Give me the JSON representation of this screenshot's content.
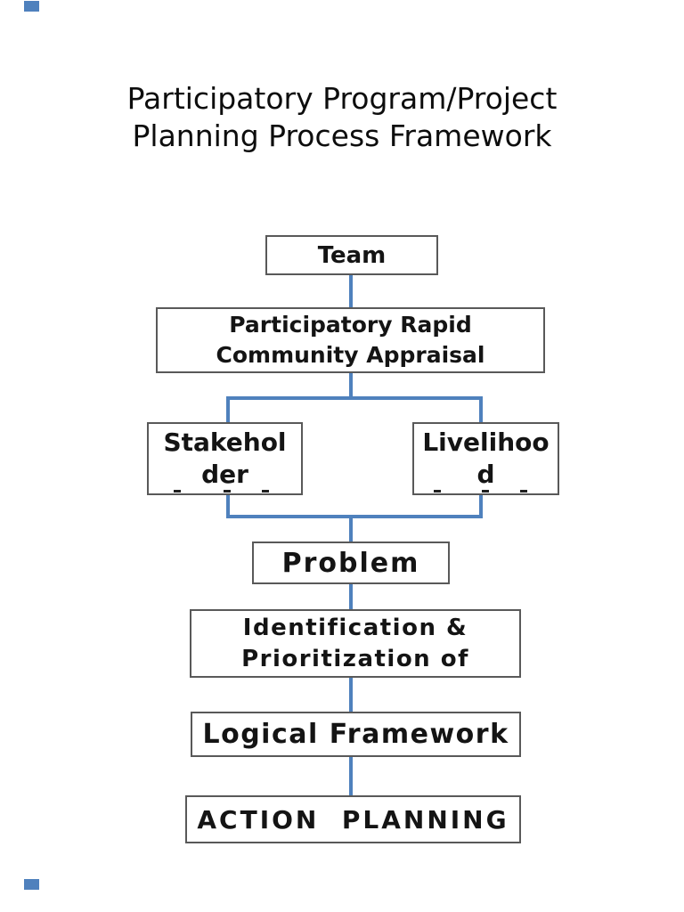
{
  "title": {
    "line1": "Participatory Program/Project",
    "line2": "Planning Process Framework"
  },
  "colors": {
    "page_bg": "#ffffff",
    "connector_blue": "#4f81bd",
    "box_border_gray": "#595959",
    "text_black": "#141414",
    "corner_marker_blue": "#4f81bd"
  },
  "markers": {
    "top_left": "blue-page-marker",
    "bottom_left": "blue-page-marker"
  },
  "diagram": {
    "nodes": [
      {
        "name": "team",
        "lines": [
          "Team"
        ]
      },
      {
        "name": "participatory-rapid-community-appraisal",
        "lines": [
          "Participatory Rapid",
          "Community Appraisal"
        ]
      },
      {
        "name": "stakeholder",
        "lines": [
          "Stakehol",
          "der"
        ],
        "clipped_text_marks": 3
      },
      {
        "name": "livelihood",
        "lines": [
          "Livelihoo",
          "d"
        ],
        "clipped_text_marks": 3
      },
      {
        "name": "problem",
        "lines": [
          "Problem"
        ]
      },
      {
        "name": "identification-prioritization",
        "lines": [
          "Identification &",
          "Prioritization of"
        ]
      },
      {
        "name": "logical-framework",
        "lines": [
          "Logical Framework"
        ]
      },
      {
        "name": "action-planning",
        "lines": [
          "ACTION  PLANNING"
        ]
      }
    ]
  }
}
